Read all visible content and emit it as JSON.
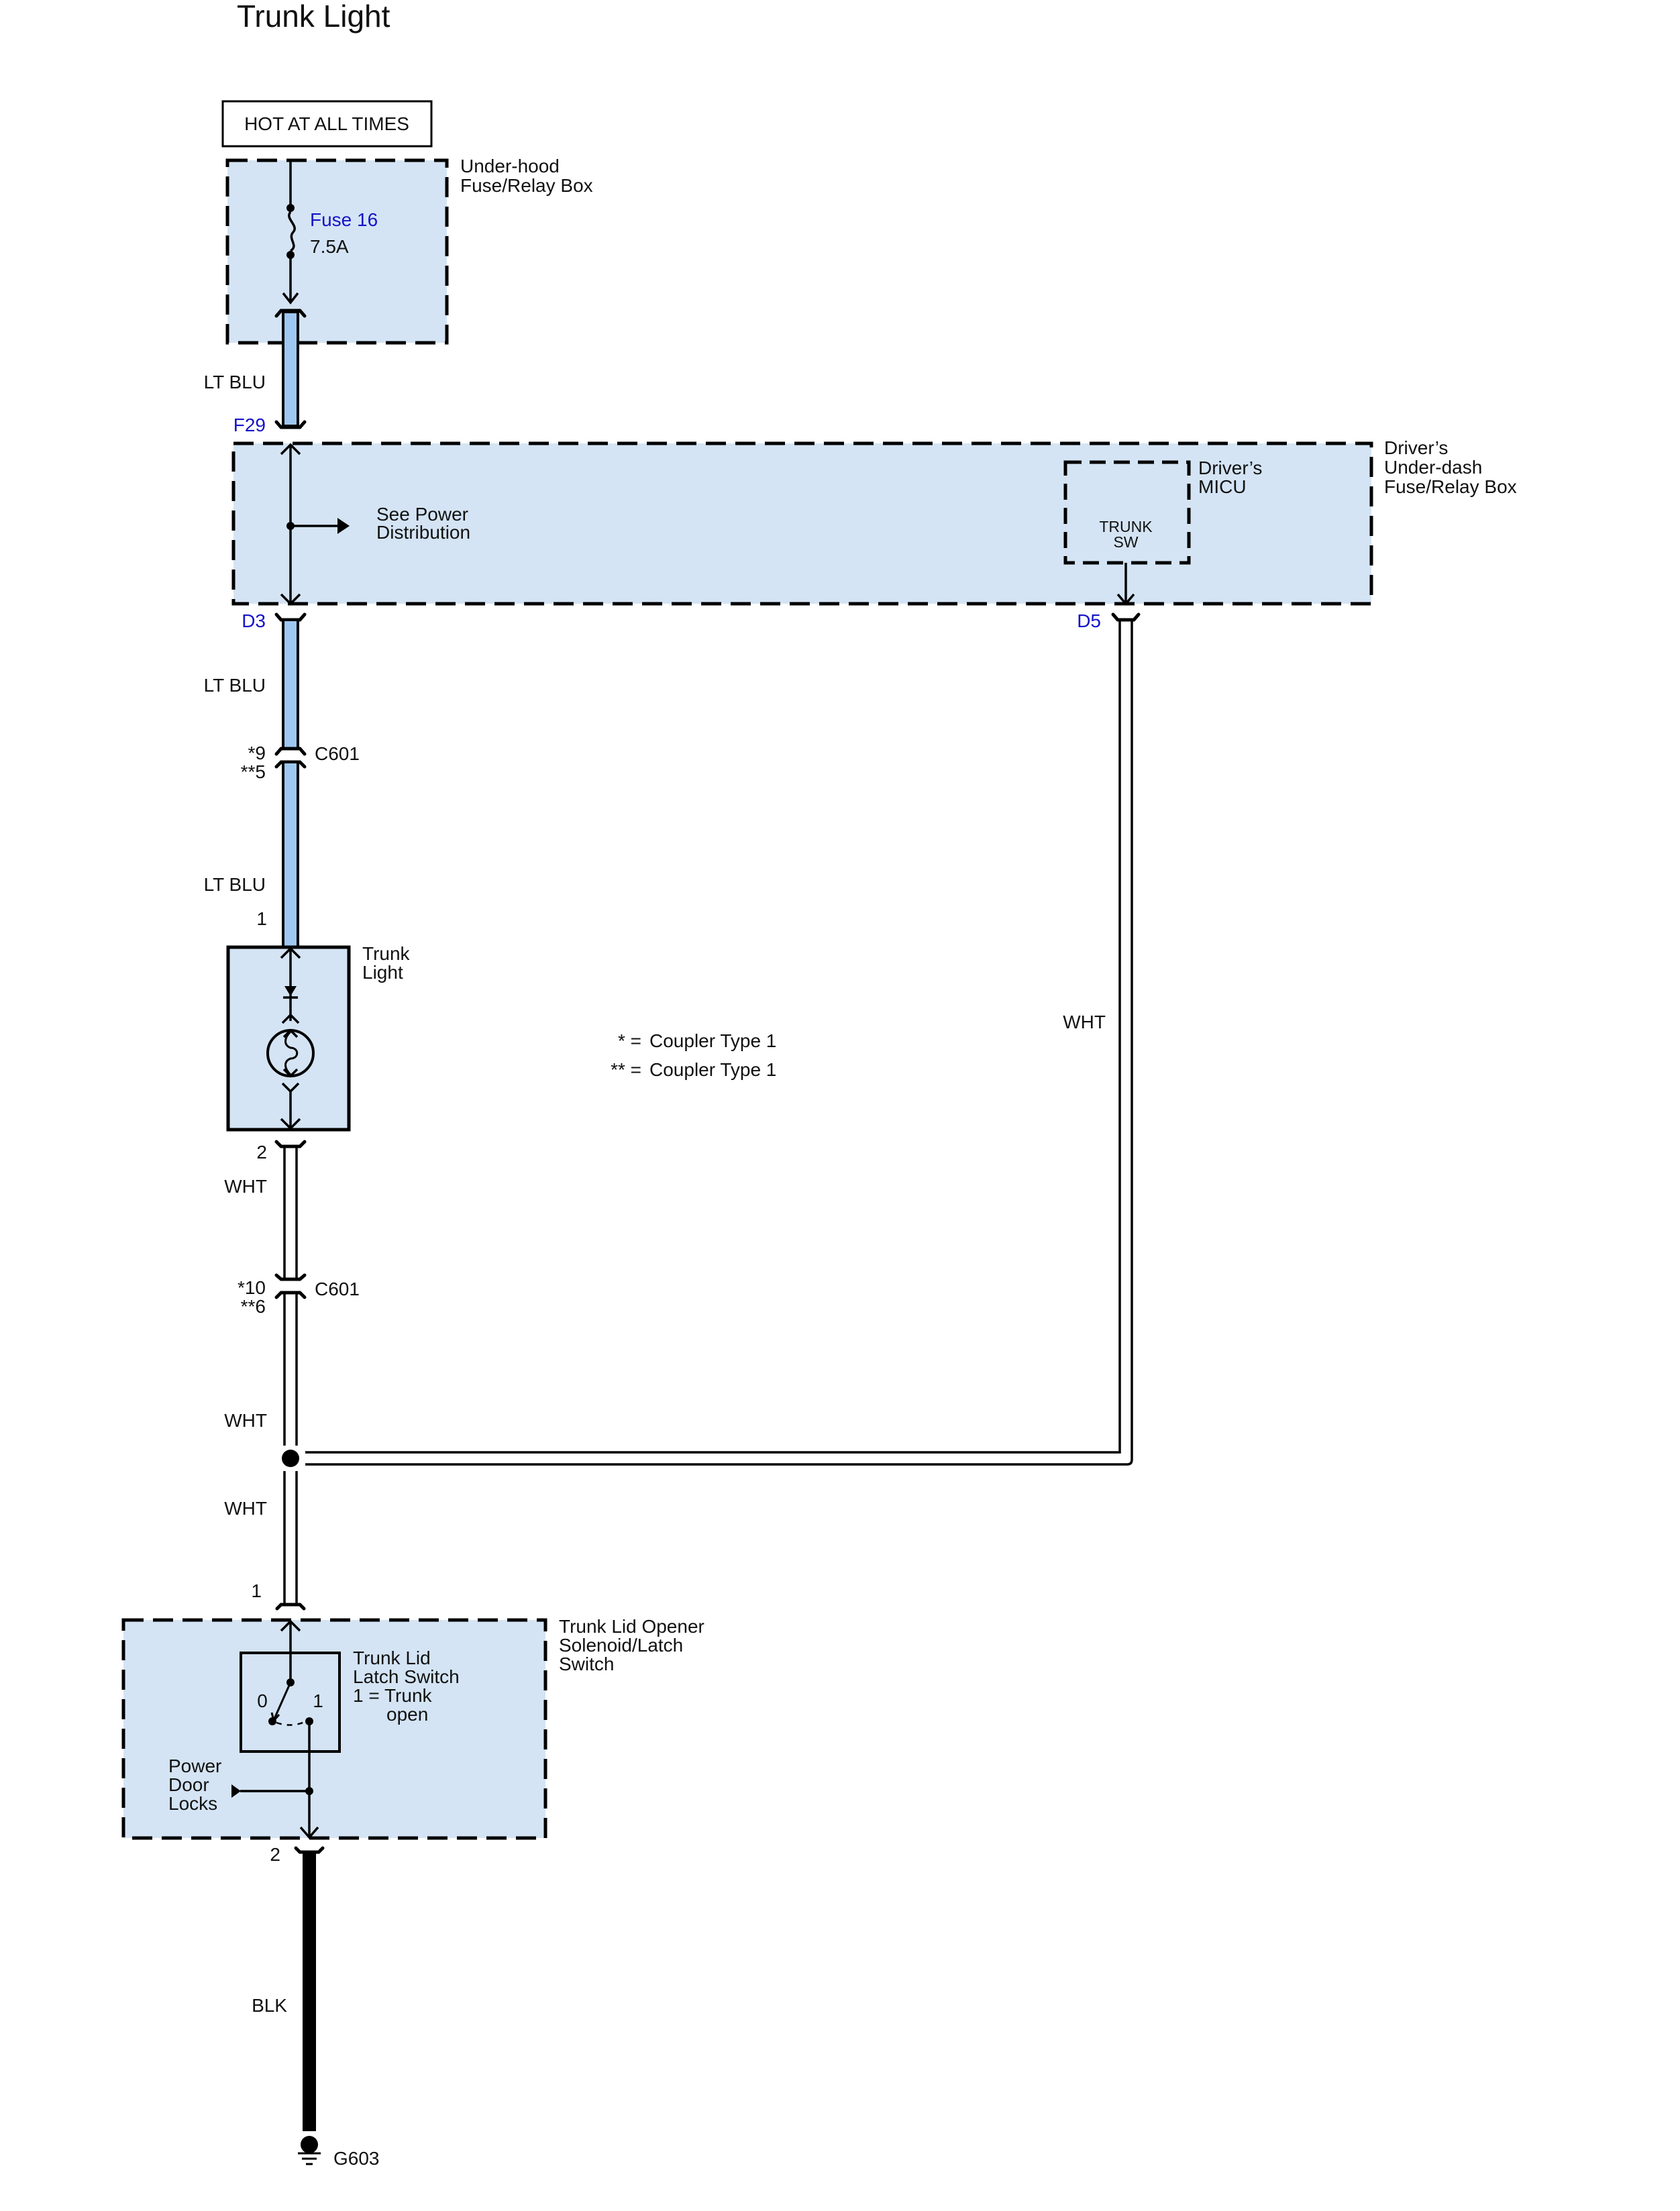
{
  "title": "Trunk Light",
  "power_source": {
    "label": "HOT AT ALL TIMES"
  },
  "colors": {
    "box_fill": "#d4e4f4",
    "lt_blu_wire": "#9ec8f2",
    "terminal_blue": "#1414c8",
    "blk_wire": "#000000",
    "wht_wire": "#ffffff"
  },
  "underhood_box": {
    "name_line1": "Under-hood",
    "name_line2": "Fuse/Relay Box",
    "fuse_label": "Fuse 16",
    "fuse_rating": "7.5A"
  },
  "wires": {
    "w1": "LT BLU",
    "w2": "LT BLU",
    "w3": "LT BLU",
    "w4": "WHT",
    "w5": "WHT",
    "w6": "WHT",
    "w7": "WHT",
    "w8": "BLK"
  },
  "underdash_box": {
    "name_line1": "Driver’s",
    "name_line2": "Under-dash",
    "name_line3": "Fuse/Relay Box",
    "terminal_in": "F29",
    "terminal_out": "D3",
    "terminal_micu": "D5",
    "see_line1": "See Power",
    "see_line2": "Distribution",
    "micu_line1": "Driver’s",
    "micu_line2": "MICU",
    "micu_sw_line1": "TRUNK",
    "micu_sw_line2": "SW"
  },
  "connector_c601_a": {
    "name": "C601",
    "pin_type1": "*9",
    "pin_type2": "**5"
  },
  "connector_c601_b": {
    "name": "C601",
    "pin_type1": "*10",
    "pin_type2": "**6"
  },
  "trunk_light": {
    "name_line1": "Trunk",
    "name_line2": "Light",
    "pin_top": "1",
    "pin_bottom": "2"
  },
  "legend": {
    "row1_key": "* =",
    "row1_value": "Coupler Type 1",
    "row2_key": "** =",
    "row2_value": "Coupler Type 1"
  },
  "solenoid": {
    "name_line1": "Trunk Lid Opener",
    "name_line2": "Solenoid/Latch",
    "name_line3": "Switch",
    "pin_top": "1",
    "pin_bottom": "2",
    "switch_line1": "Trunk Lid",
    "switch_line2": "Latch Switch",
    "switch_line3": "1 = Trunk",
    "switch_line4": "open",
    "pos0": "0",
    "pos1": "1",
    "pdl_line1": "Power",
    "pdl_line2": "Door",
    "pdl_line3": "Locks"
  },
  "ground": {
    "name": "G603"
  }
}
